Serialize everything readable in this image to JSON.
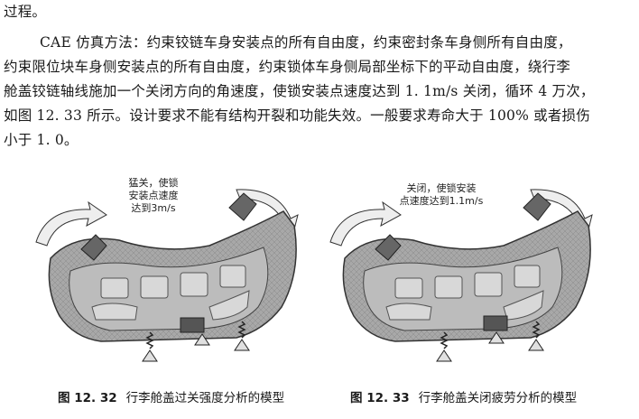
{
  "paragraph": {
    "line0": "过程。",
    "line1": "CAE 仿真方法：约束铰链车身安装点的所有自由度，约束密封条车身侧所有自由度，",
    "line2": "约束限位块车身侧安装点的所有自由度，约束锁体车身侧局部坐标下的平动自由度，绕行李",
    "line3": "舱盖铰链轴线施加一个关闭方向的角速度，使锁安装点速度达到 1. 1m/s 关闭，循环 4 万次，",
    "line4": "如图 12. 33 所示。设计要求不能有结构开裂和功能失效。一般要求寿命大于 100% 或者损伤",
    "line5": "小于 1. 0。"
  },
  "figures": [
    {
      "annotation_lines": [
        "猛关，使锁",
        "安装点速度",
        "达到3m/s"
      ],
      "caption_number": "图 12. 32",
      "caption_text": "行李舱盖过关强度分析的模型"
    },
    {
      "annotation_lines": [
        "关闭，使锁安装",
        "点速度达到1.1m/s"
      ],
      "caption_number": "图 12. 33",
      "caption_text": "行李舱盖关闭疲劳分析的模型"
    }
  ],
  "colors": {
    "text": "#1a1a1a",
    "model_fill": "#9a9a9a",
    "model_dark": "#444444",
    "arrow_fill": "#e8e8e8"
  }
}
